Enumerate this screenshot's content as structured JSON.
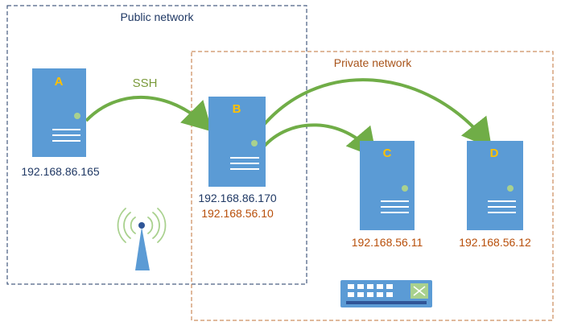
{
  "networks": {
    "public_label": "Public network",
    "private_label": "Private network"
  },
  "connection": {
    "label": "SSH"
  },
  "servers": [
    {
      "letter": "A",
      "ips": [
        "192.168.86.165"
      ]
    },
    {
      "letter": "B",
      "ips": [
        "192.168.86.170",
        "192.168.56.10"
      ]
    },
    {
      "letter": "C",
      "ips": [
        "192.168.56.11"
      ]
    },
    {
      "letter": "D",
      "ips": [
        "192.168.56.12"
      ]
    }
  ],
  "colors": {
    "public_border": "#1f3864",
    "public_text": "#1f3864",
    "private_border": "#c0733a",
    "private_text": "#a8541b",
    "server_fill": "#5b9bd5",
    "server_letter": "#ffc000",
    "server_led": "#a9d18e",
    "arrow": "#70ad47",
    "ssh_text": "#7a9a3a",
    "public_ip": "#1f3864",
    "private_ip": "#b84f0a"
  },
  "icons": {
    "antenna": "wifi-antenna-icon",
    "switch": "network-switch-icon"
  }
}
